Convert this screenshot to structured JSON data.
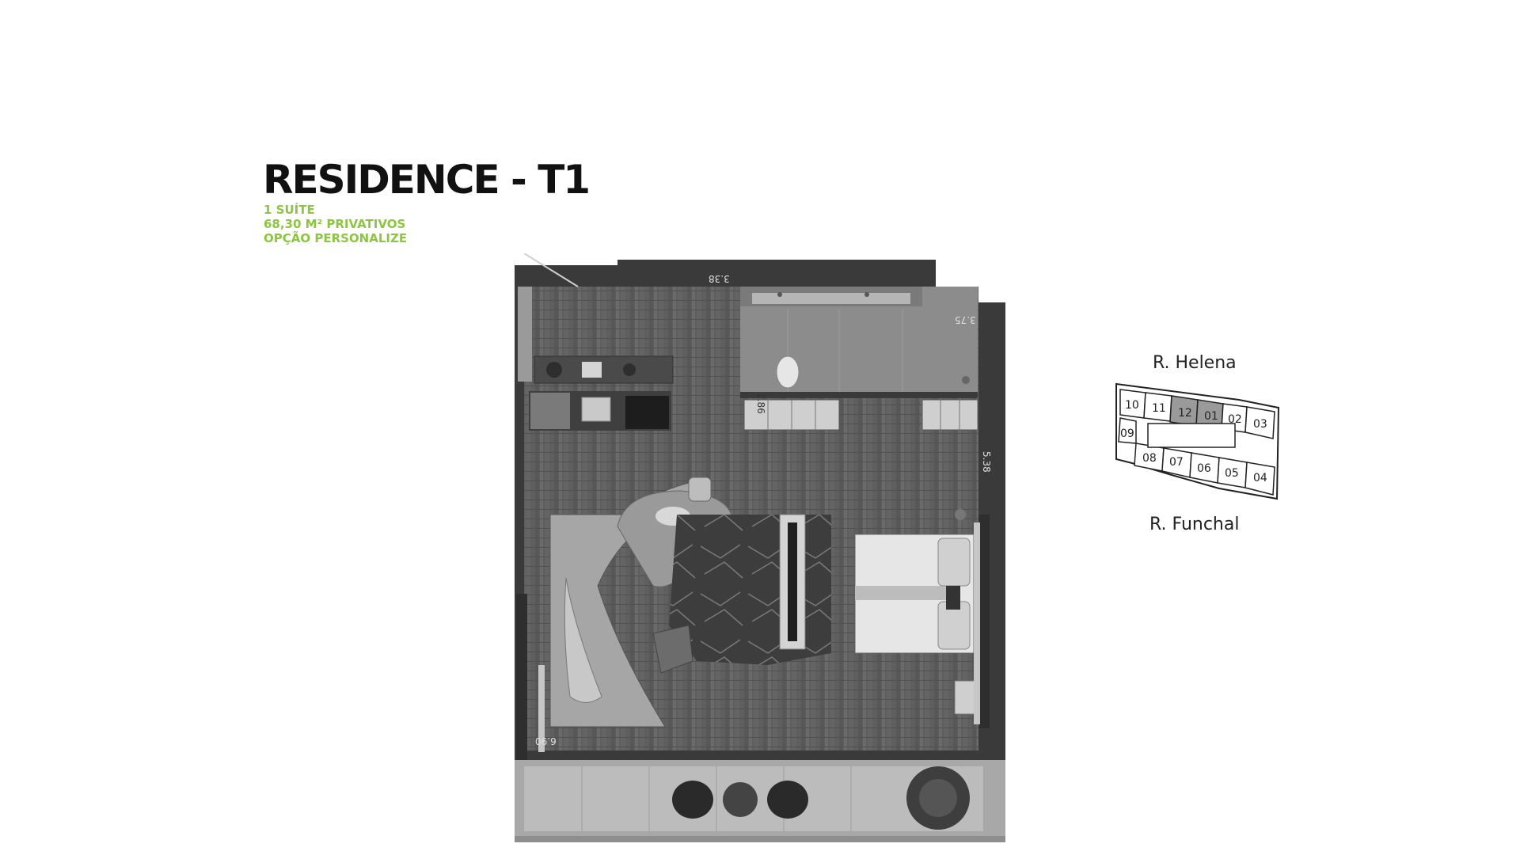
{
  "header": {
    "title": "RESIDENCE - T1",
    "subtitle_lines": [
      "1 SUÍTE",
      "68,30 M² PRIVATIVOS",
      "OPÇÃO PERSONALIZE"
    ]
  },
  "colors": {
    "accent_green": "#8CC63F",
    "wall": "#3a3a3a",
    "floor": "#5e5e5e",
    "title": "#111111"
  },
  "plan": {
    "dimensions": [
      "3.38",
      "3.75",
      "1.86",
      "5.38",
      "6.90"
    ]
  },
  "keymap": {
    "street_top": "R. Helena",
    "street_bottom": "R. Funchal",
    "units": [
      "10",
      "11",
      "12",
      "01",
      "02",
      "03",
      "09",
      "08",
      "07",
      "06",
      "05",
      "04"
    ],
    "highlighted": [
      "12",
      "01"
    ]
  }
}
